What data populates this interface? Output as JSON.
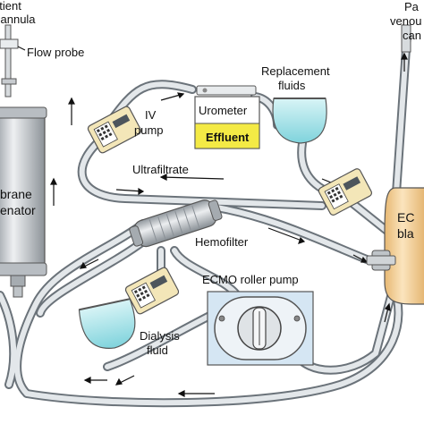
{
  "labels": {
    "patient_arterial_line1": "atient",
    "patient_arterial_line2": "cannula",
    "flow_probe": "Flow probe",
    "patient_venous_line1": "Pa",
    "patient_venous_line2": "venou",
    "patient_venous_line3": "can",
    "replacement_line1": "Replacement",
    "replacement_line2": "fluids",
    "urometer": "Urometer",
    "effluent": "Effluent",
    "iv_pump_line1": "IV",
    "iv_pump_line2": "pump",
    "ultrafiltrate": "Ultrafiltrate",
    "oxygenator_line1": "brane",
    "oxygenator_line2": "enator",
    "ecmo_bladder_line1": "EC",
    "ecmo_bladder_line2": "bla",
    "hemofilter": "Hemofilter",
    "roller_pump": "ECMO roller pump",
    "dialysis_line1": "Dialysis",
    "dialysis_line2": "fluid"
  },
  "colors": {
    "tubing": "#dfe3e6",
    "tubing_edge": "#6b737a",
    "oxygenator": "#c9cdd1",
    "bladder": "#f7d6a3",
    "fluid_bag": "#9fe0e6",
    "effluent": "#f4ea45",
    "pump_housing": "#f3e6b8",
    "roller_panel": "#d5e6f3"
  },
  "icons": [
    "pump-keypad-icon",
    "flow-arrow-icon",
    "roller-head-icon"
  ]
}
